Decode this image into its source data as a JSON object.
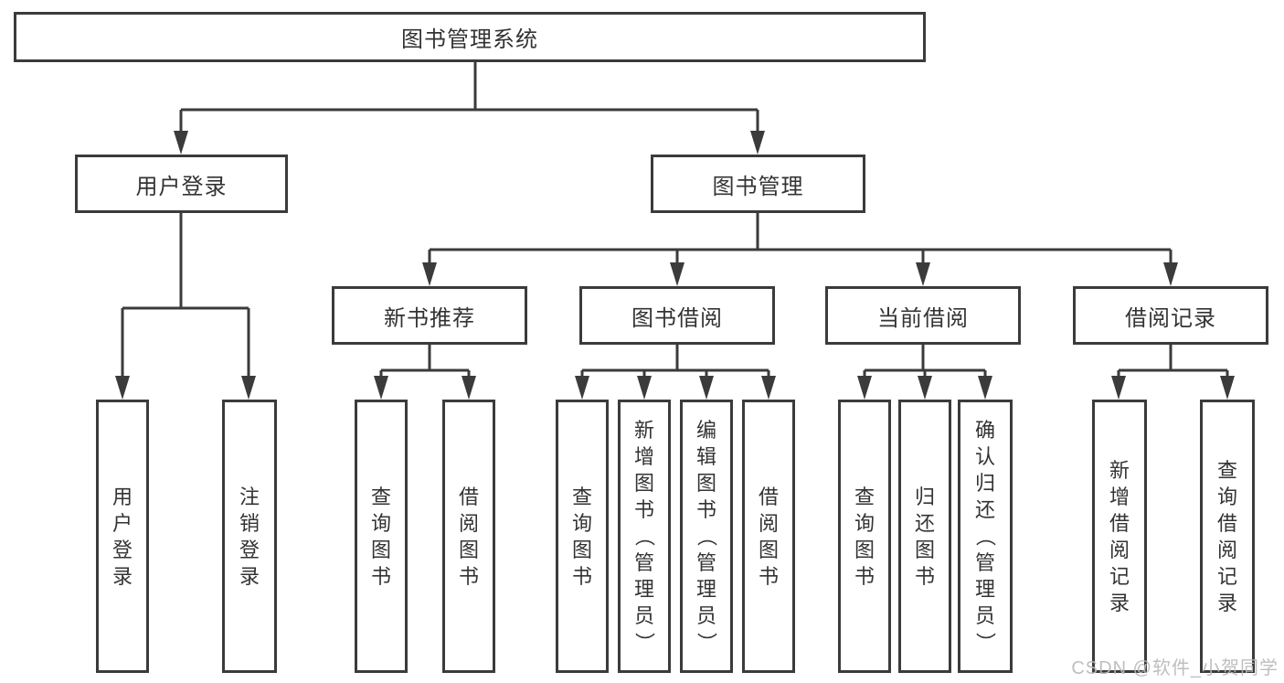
{
  "tree": {
    "label": "图书管理系统",
    "children": [
      {
        "label": "用户登录",
        "children": [
          {
            "label": "用户登录"
          },
          {
            "label": "注销登录"
          }
        ]
      },
      {
        "label": "图书管理",
        "children": [
          {
            "label": "新书推荐",
            "children": [
              {
                "label": "查询图书"
              },
              {
                "label": "借阅图书"
              }
            ]
          },
          {
            "label": "图书借阅",
            "children": [
              {
                "label": "查询图书"
              },
              {
                "label": "新增图书（管理员）"
              },
              {
                "label": "编辑图书（管理员）"
              },
              {
                "label": "借阅图书"
              }
            ]
          },
          {
            "label": "当前借阅",
            "children": [
              {
                "label": "查询图书"
              },
              {
                "label": "归还图书"
              },
              {
                "label": "确认归还（管理员）"
              }
            ]
          },
          {
            "label": "借阅记录",
            "children": [
              {
                "label": "新增借阅记录"
              },
              {
                "label": "查询借阅记录"
              }
            ]
          }
        ]
      }
    ]
  },
  "watermark": {
    "text": "CSDN @软件_小贺同学"
  },
  "colors": {
    "line": "#3b3b3b",
    "box_border": "#3b3b3b",
    "text": "#333333",
    "background": "#ffffff",
    "watermark": "#b9b9b9"
  }
}
